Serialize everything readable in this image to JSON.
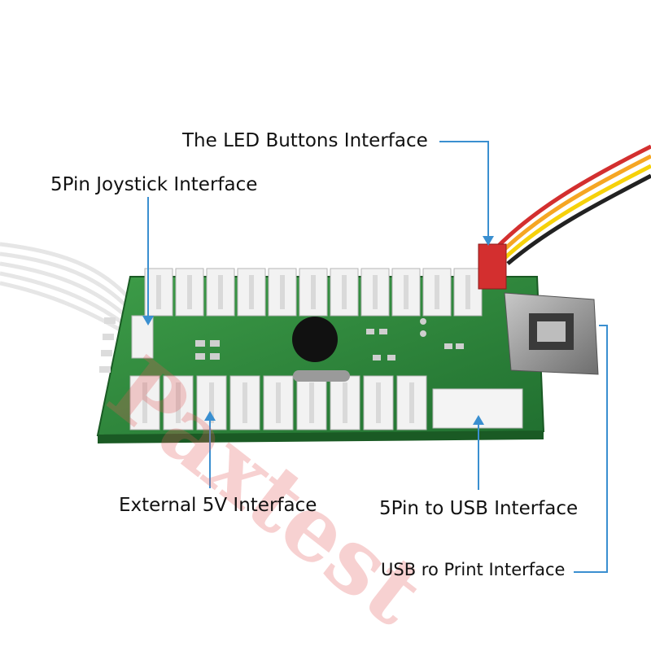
{
  "labels": {
    "led_buttons": "The LED Buttons Interface",
    "joystick": "5Pin Joystick Interface",
    "external_5v": "External 5V Interface",
    "usb_5pin": "5Pin to USB Interface",
    "usb_print": "USB ro Print Interface"
  },
  "watermark": "Paxtest",
  "colors": {
    "board": "#2f8a3b",
    "board_dark": "#1f6b2a",
    "connector": "#f2f2f2",
    "callout": "#3a8fd0",
    "led_wire_red": "#d32f2f",
    "led_wire_orange": "#f5a623",
    "led_wire_yellow": "#f6d10a",
    "led_wire_black": "#222222",
    "usb_port": "#9a9a9a"
  },
  "icons": [
    "usb-b-port-icon",
    "arrow-down-icon",
    "arrow-up-icon"
  ]
}
